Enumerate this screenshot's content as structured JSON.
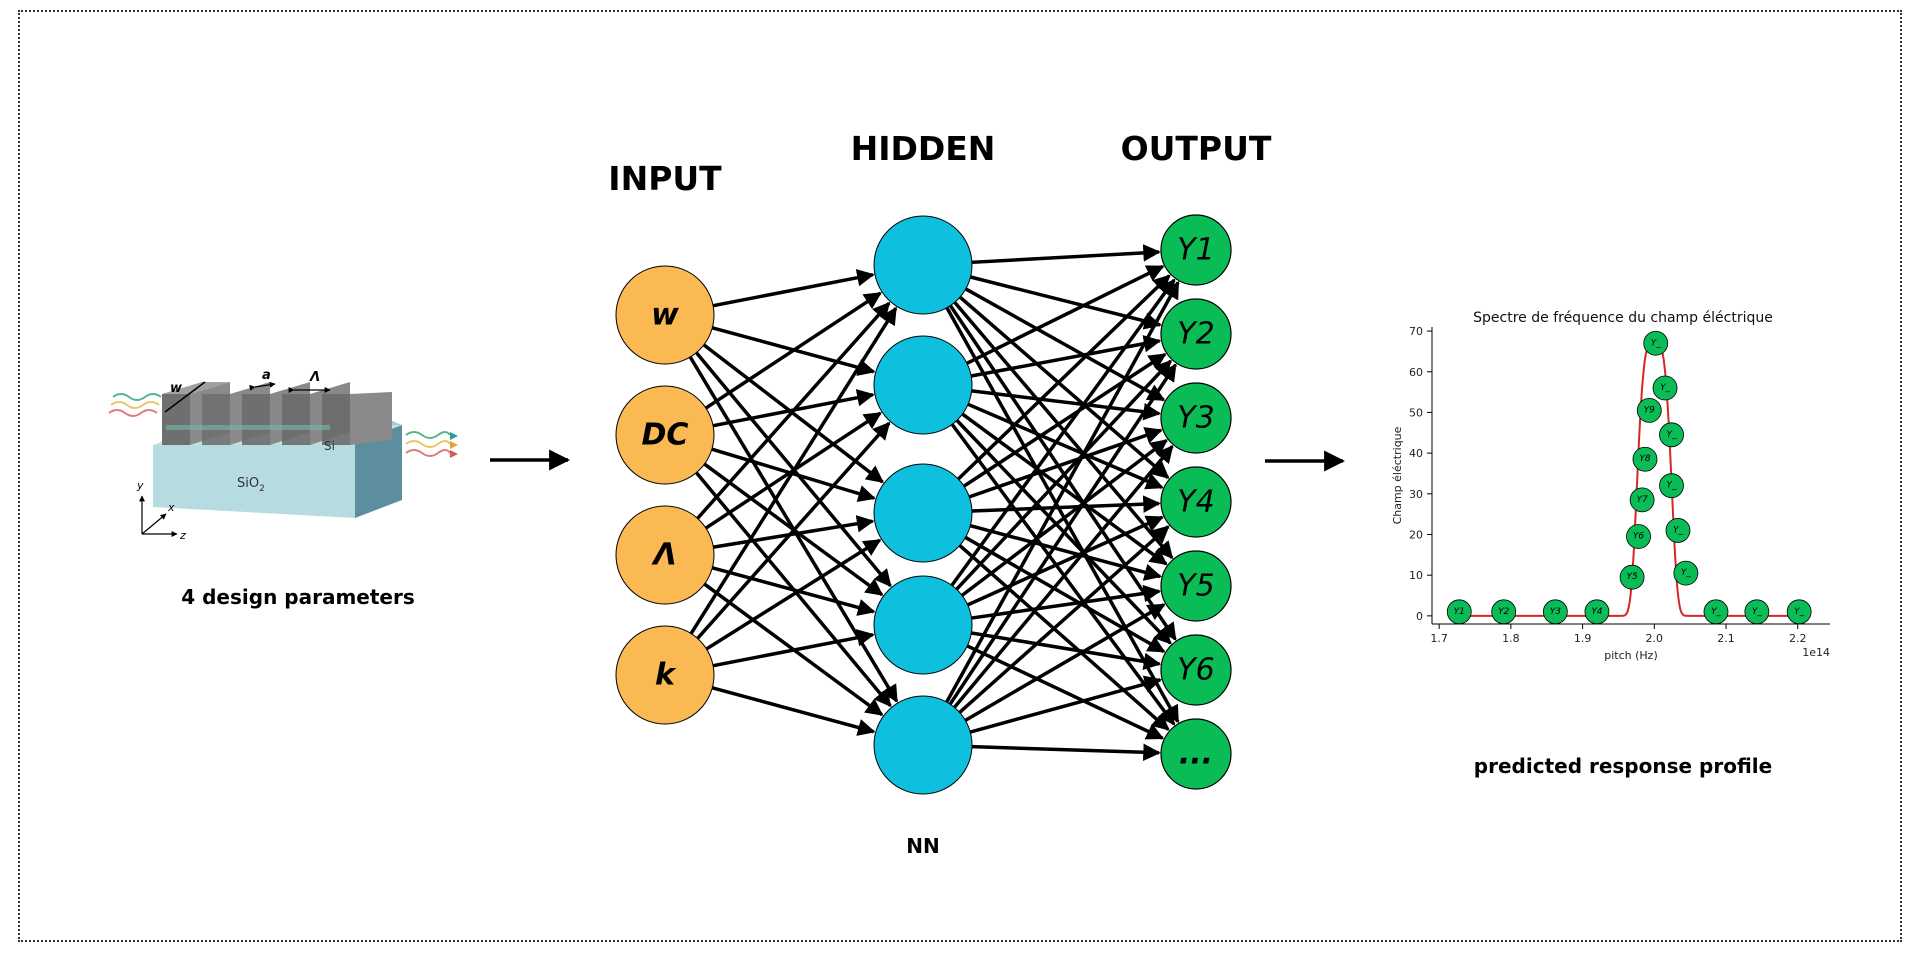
{
  "device": {
    "caption": "4 design parameters",
    "labels": {
      "w": "w",
      "a": "a",
      "lambda": "Λ",
      "si": "Si",
      "sio2": "SiO",
      "sio2_sub": "2",
      "axis_y": "y",
      "axis_x": "x",
      "axis_z": "z"
    }
  },
  "network": {
    "input_title": "INPUT",
    "hidden_title": "HIDDEN",
    "output_title": "OUTPUT",
    "nn_caption": "NN",
    "inputs": [
      "w",
      "DC",
      "Λ",
      "k"
    ],
    "hidden_count": 5,
    "outputs": [
      "Y1",
      "Y2",
      "Y3",
      "Y4",
      "Y5",
      "Y6",
      "..."
    ],
    "colors": {
      "input": "#fbb954",
      "hidden": "#0ebfde",
      "output": "#0abc55",
      "line": "#000000"
    }
  },
  "plot": {
    "caption": "predicted response profile",
    "chart_data": {
      "type": "line",
      "title": "Spectre de fréquence du champ éléctrique",
      "xlabel": "pitch (Hz)",
      "ylabel": "Champ éléctrique",
      "x_offset_label": "1e14",
      "xlim": [
        1.69,
        2.245
      ],
      "ylim": [
        -2,
        71
      ],
      "xticks": [
        "1.7",
        "1.8",
        "1.9",
        "2.0",
        "2.1",
        "2.2"
      ],
      "yticks": [
        "0",
        "10",
        "20",
        "30",
        "40",
        "50",
        "60",
        "70"
      ],
      "grid": false,
      "line_color": "#d62728",
      "curve": {
        "center": 2.0,
        "peak": 67,
        "sigma": 0.022
      },
      "points": [
        {
          "label": "Y1",
          "x": 1.728,
          "y": 1
        },
        {
          "label": "Y2",
          "x": 1.79,
          "y": 1
        },
        {
          "label": "Y3",
          "x": 1.862,
          "y": 1
        },
        {
          "label": "Y4",
          "x": 1.92,
          "y": 1
        },
        {
          "label": "Y5",
          "x": 1.969,
          "y": 9.5
        },
        {
          "label": "Y6",
          "x": 1.978,
          "y": 19.5
        },
        {
          "label": "Y7",
          "x": 1.983,
          "y": 28.5
        },
        {
          "label": "Y8",
          "x": 1.987,
          "y": 38.5
        },
        {
          "label": "Y9",
          "x": 1.993,
          "y": 50.5
        },
        {
          "label": "Y_",
          "x": 2.002,
          "y": 67
        },
        {
          "label": "Y_",
          "x": 2.015,
          "y": 56
        },
        {
          "label": "Y_",
          "x": 2.024,
          "y": 44.5
        },
        {
          "label": "Y_",
          "x": 2.024,
          "y": 32
        },
        {
          "label": "Y_",
          "x": 2.033,
          "y": 21
        },
        {
          "label": "Y_",
          "x": 2.044,
          "y": 10.5
        },
        {
          "label": "Y_",
          "x": 2.086,
          "y": 1
        },
        {
          "label": "Y_",
          "x": 2.143,
          "y": 1
        },
        {
          "label": "Y_",
          "x": 2.202,
          "y": 1
        }
      ]
    }
  }
}
